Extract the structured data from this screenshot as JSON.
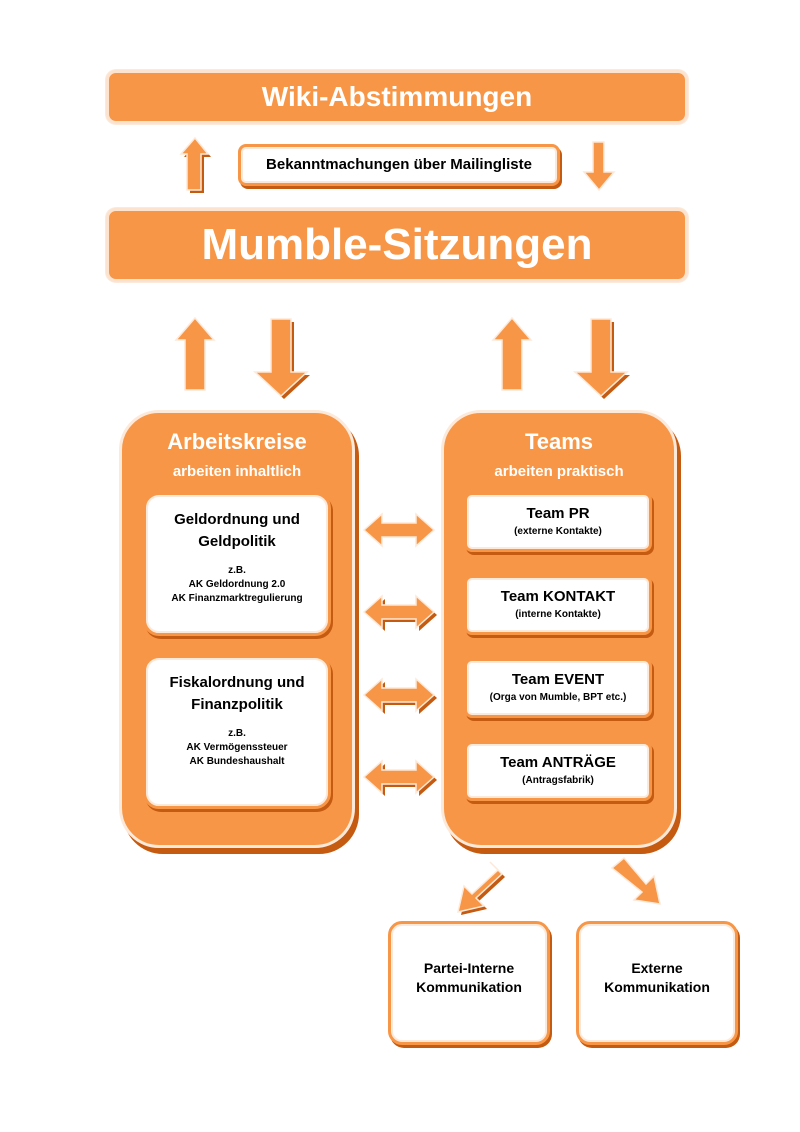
{
  "top_bar": {
    "title": "Wiki-Abstimmungen"
  },
  "announce": {
    "label": "Bekanntmachungen über Mailingliste"
  },
  "main_bar": {
    "title": "Mumble-Sitzungen"
  },
  "left_panel": {
    "title": "Arbeitskreise",
    "subtitle": "arbeiten inhaltlich",
    "boxes": [
      {
        "title_line1": "Geldordnung und",
        "title_line2": "Geldpolitik",
        "eg": "z.B.",
        "line1": "AK Geldordnung 2.0",
        "line2": "AK Finanzmarktregulierung"
      },
      {
        "title_line1": "Fiskalordnung und",
        "title_line2": "Finanzpolitik",
        "eg": "z.B.",
        "line1": "AK Vermögenssteuer",
        "line2": "AK Bundeshaushalt"
      }
    ]
  },
  "right_panel": {
    "title": "Teams",
    "subtitle": "arbeiten praktisch",
    "teams": [
      {
        "name": "Team PR",
        "desc": "(externe Kontakte)"
      },
      {
        "name": "Team KONTAKT",
        "desc": "(interne Kontakte)"
      },
      {
        "name": "Team EVENT",
        "desc": "(Orga von Mumble, BPT etc.)"
      },
      {
        "name": "Team ANTRÄGE",
        "desc": "(Antragsfabrik)"
      }
    ]
  },
  "bottom": [
    {
      "line1": "Partei-Interne",
      "line2": "Kommunikation"
    },
    {
      "line1": "Externe",
      "line2": "Kommunikation"
    }
  ],
  "colors": {
    "accent": "#f79646",
    "shadow": "#c55a11",
    "light": "#fde9d9"
  }
}
